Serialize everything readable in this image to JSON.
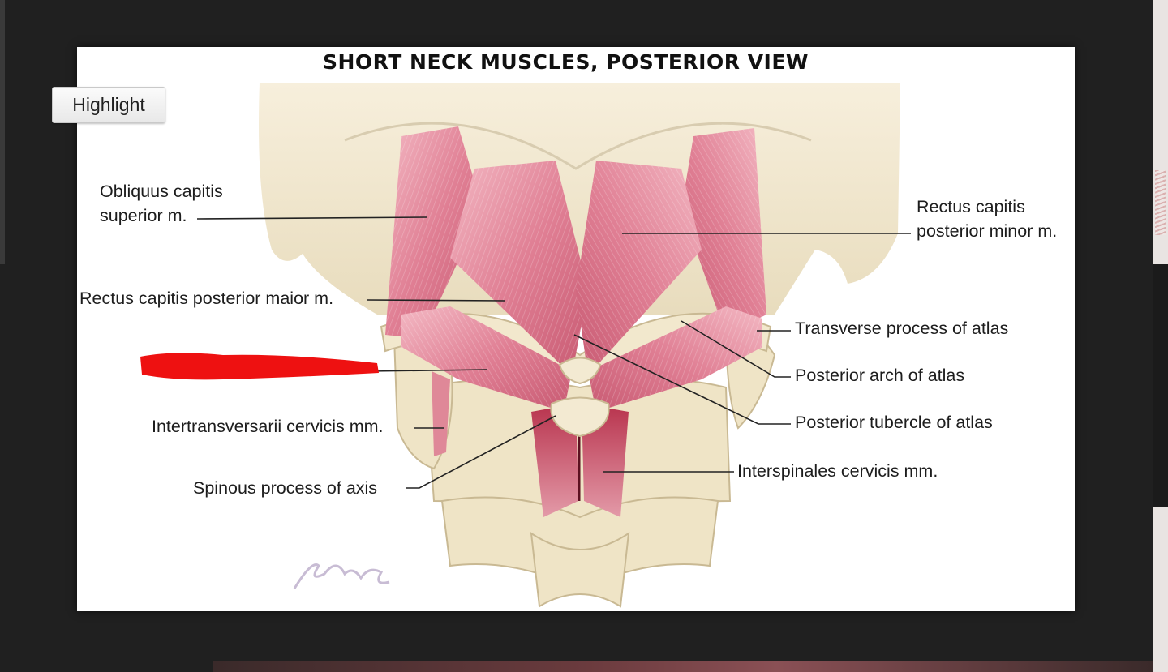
{
  "window": {
    "title": "SHORT NECK MUSCLES, POSTERIOR VIEW"
  },
  "toolbar": {
    "highlight_label": "Highlight"
  },
  "labels": {
    "obliquus_superior": [
      "Obliquus capitis",
      "superior m."
    ],
    "rectus_minor": [
      "Rectus capitis",
      "posterior minor m."
    ],
    "rectus_major": "Rectus capitis posterior maior m.",
    "transverse_process": "Transverse process of atlas",
    "posterior_arch": "Posterior arch of atlas",
    "posterior_tubercle": "Posterior tubercle of atlas",
    "intertransversarii": "Intertransversarii cervicis mm.",
    "spinous_process": "Spinous process of axis",
    "interspinales": "Interspinales cervicis mm."
  },
  "redaction": {
    "color": "#ee1111"
  },
  "colors": {
    "backdrop": "#202020",
    "card": "#ffffff",
    "muscle": "#e58a9c",
    "bone": "#efe6cc"
  }
}
